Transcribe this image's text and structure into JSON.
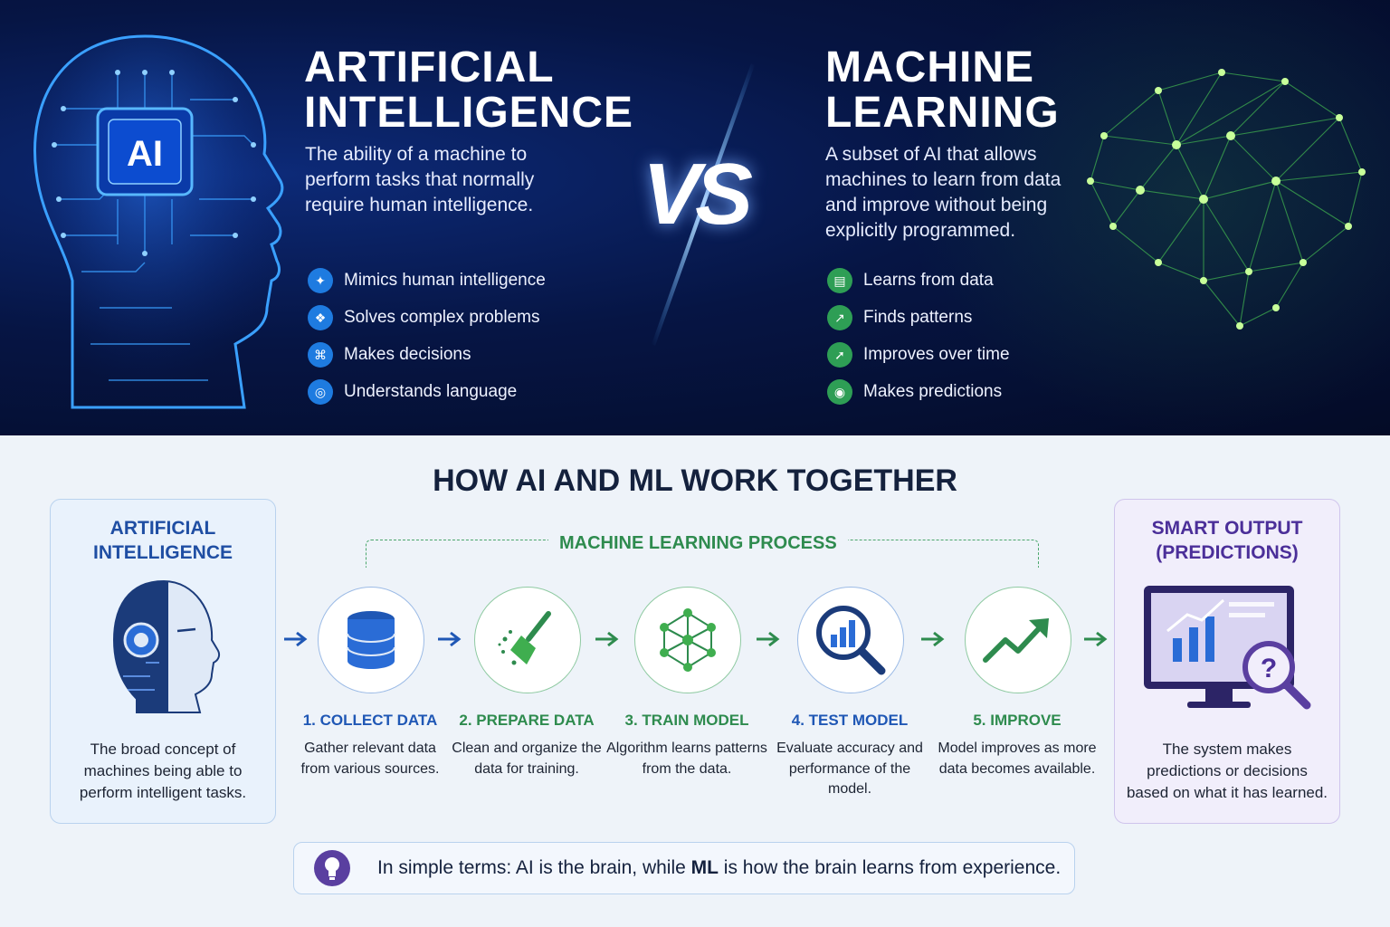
{
  "top": {
    "ai": {
      "chip_label": "AI",
      "title_line1": "ARTIFICIAL",
      "title_line2": "INTELLIGENCE",
      "description": "The ability of a machine to perform tasks that normally require human intelligence.",
      "features": [
        {
          "label": "Mimics human intelligence",
          "icon": "brain-icon"
        },
        {
          "label": "Solves complex problems",
          "icon": "puzzle-icon"
        },
        {
          "label": "Makes decisions",
          "icon": "nodes-icon"
        },
        {
          "label": "Understands language",
          "icon": "chat-icon"
        }
      ]
    },
    "vs_label": "VS",
    "ml": {
      "title_line1": "MACHINE",
      "title_line2": "LEARNING",
      "description": "A subset of AI that allows machines to learn from data and improve without being explicitly programmed.",
      "features": [
        {
          "label": "Learns from data",
          "icon": "database-icon"
        },
        {
          "label": "Finds patterns",
          "icon": "chart-icon"
        },
        {
          "label": "Improves over time",
          "icon": "trend-icon"
        },
        {
          "label": "Makes predictions",
          "icon": "target-icon"
        }
      ]
    }
  },
  "bottom": {
    "title": "HOW AI AND ML WORK TOGETHER",
    "ai_card": {
      "title_line1": "ARTIFICIAL",
      "title_line2": "INTELLIGENCE",
      "text": "The broad concept of machines being able to perform intelligent tasks."
    },
    "process_label": "MACHINE LEARNING PROCESS",
    "steps": [
      {
        "title": "1. COLLECT DATA",
        "text": "Gather relevant data from various sources.",
        "icon": "database-icon"
      },
      {
        "title": "2. PREPARE DATA",
        "text": "Clean and organize the data for training.",
        "icon": "broom-icon"
      },
      {
        "title": "3. TRAIN MODEL",
        "text": "Algorithm learns patterns from the data.",
        "icon": "network-icon"
      },
      {
        "title": "4. TEST MODEL",
        "text": "Evaluate accuracy and performance of the model.",
        "icon": "magnifier-chart-icon"
      },
      {
        "title": "5. IMPROVE",
        "text": "Model improves as more data becomes available.",
        "icon": "trend-up-icon"
      }
    ],
    "output_card": {
      "title_line1": "SMART OUTPUT",
      "title_line2": "(PREDICTIONS)",
      "text": "The system makes predictions or decisions based on what it has learned."
    },
    "summary": {
      "prefix": "In simple terms:  AI is the brain, while ",
      "emphasis": "ML",
      "suffix": " is how the brain learns from experience."
    }
  },
  "colors": {
    "ai_blue": "#1e7be0",
    "ml_green": "#2e9e55",
    "output_purple": "#4b2f99",
    "dark_navy": "#061544"
  }
}
